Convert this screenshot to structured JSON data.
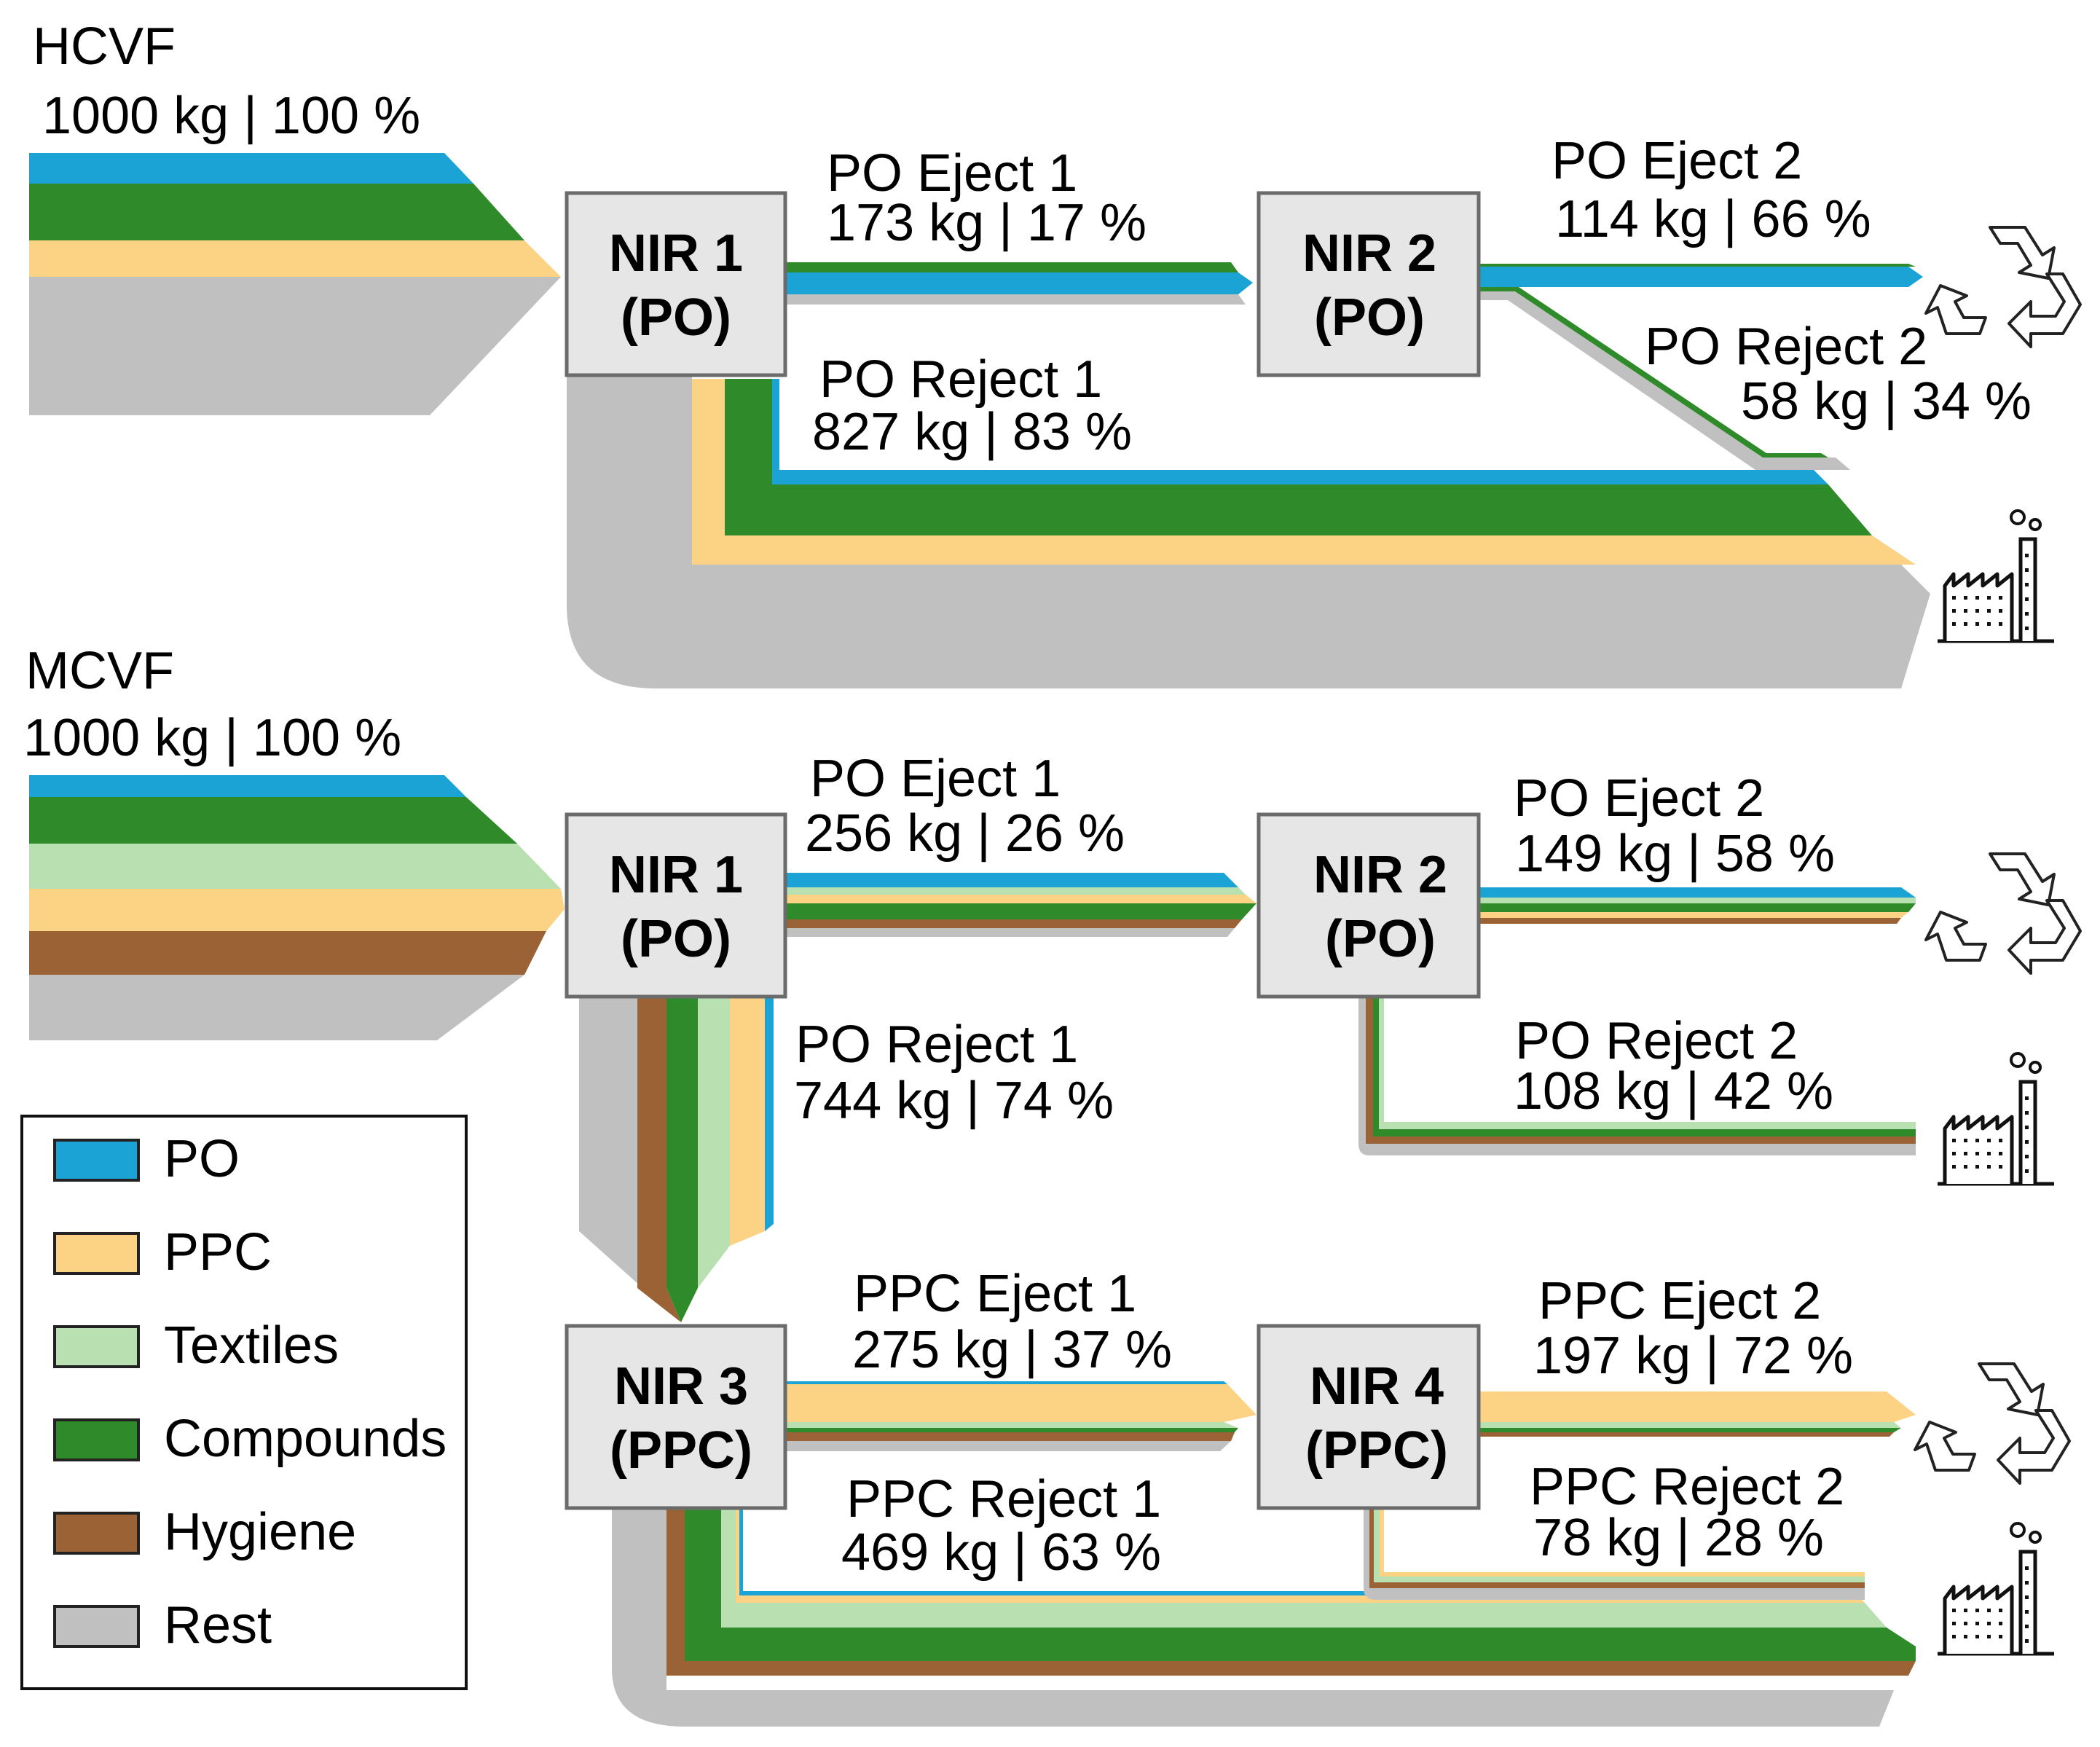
{
  "colors": {
    "PO": "#1aa3d4",
    "PPC": "#fcd284",
    "Textiles": "#b9e0b0",
    "Compounds": "#2f8b2a",
    "Hygiene": "#9b6236",
    "Rest": "#c0c0c0",
    "box_fill": "#e6e6e6",
    "box_stroke": "#6b6b6b"
  },
  "icons": {
    "recycle": "recycle-icon",
    "incineration": "factory-icon"
  },
  "hcvf": {
    "title": "HCVF",
    "input": "1000 kg | 100 %",
    "nir1": {
      "line1": "NIR 1",
      "line2": "(PO)"
    },
    "nir2": {
      "line1": "NIR 2",
      "line2": "(PO)"
    },
    "eject1": {
      "name": "PO Eject 1",
      "value": "173 kg | 17 %"
    },
    "reject1": {
      "name": "PO Reject 1",
      "value": "827 kg | 83 %"
    },
    "eject2": {
      "name": "PO Eject 2",
      "value": "114 kg | 66 %"
    },
    "reject2": {
      "name": "PO Reject 2",
      "value": "58 kg | 34 %"
    }
  },
  "mcvf": {
    "title": "MCVF",
    "input": "1000 kg | 100 %",
    "nir1": {
      "line1": "NIR 1",
      "line2": "(PO)"
    },
    "nir2": {
      "line1": "NIR 2",
      "line2": "(PO)"
    },
    "nir3": {
      "line1": "NIR 3",
      "line2": "(PPC)"
    },
    "nir4": {
      "line1": "NIR 4",
      "line2": "(PPC)"
    },
    "po_eject1": {
      "name": "PO Eject 1",
      "value": "256 kg | 26 %"
    },
    "po_reject1": {
      "name": "PO Reject 1",
      "value": "744 kg | 74 %"
    },
    "po_eject2": {
      "name": "PO Eject 2",
      "value": "149 kg | 58 %"
    },
    "po_reject2": {
      "name": "PO Reject 2",
      "value": "108 kg | 42 %"
    },
    "ppc_eject1": {
      "name": "PPC Eject 1",
      "value": "275 kg | 37 %"
    },
    "ppc_reject1": {
      "name": "PPC Reject 1",
      "value": "469 kg | 63 %"
    },
    "ppc_eject2": {
      "name": "PPC Eject 2",
      "value": "197 kg | 72 %"
    },
    "ppc_reject2": {
      "name": "PPC Reject 2",
      "value": "78 kg | 28 %"
    }
  },
  "legend": [
    "PO",
    "PPC",
    "Textiles",
    "Compounds",
    "Hygiene",
    "Rest"
  ]
}
